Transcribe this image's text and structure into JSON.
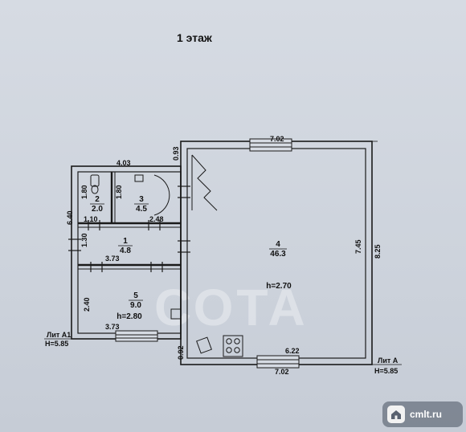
{
  "plan": {
    "title": "1 этаж",
    "watermark": "СОТА",
    "rooms": [
      {
        "number": "2",
        "area": "2.0"
      },
      {
        "number": "3",
        "area": "4.5"
      },
      {
        "number": "1",
        "area": "4.8"
      },
      {
        "number": "5",
        "area": "9.0",
        "height": "h=2.80"
      },
      {
        "number": "4",
        "area": "46.3",
        "height": "h=2.70"
      }
    ],
    "dimensions": {
      "top_left_width": "4.03",
      "top_right_width": "7.02",
      "bottom_right_width": "7.02",
      "bottom_inner_right": "6.22",
      "left_height": "6.40",
      "right_outer_height": "8.25",
      "right_inner_height": "7.45",
      "step_top": "0.93",
      "step_bottom": "0.92",
      "room2_height": "1.80",
      "room3_height": "1.80",
      "room2_width": "1.10",
      "room3_width": "2.48",
      "room1_height": "1.30",
      "room1_width": "3.73",
      "room5_height": "2.40",
      "room5_width": "3.73"
    },
    "litera": [
      {
        "label": "Лит А1",
        "height": "H=5.85"
      },
      {
        "label": "Лит А",
        "height": "H=5.85"
      }
    ]
  },
  "badge": {
    "text": "cmlt.ru",
    "icon": "house-icon"
  }
}
